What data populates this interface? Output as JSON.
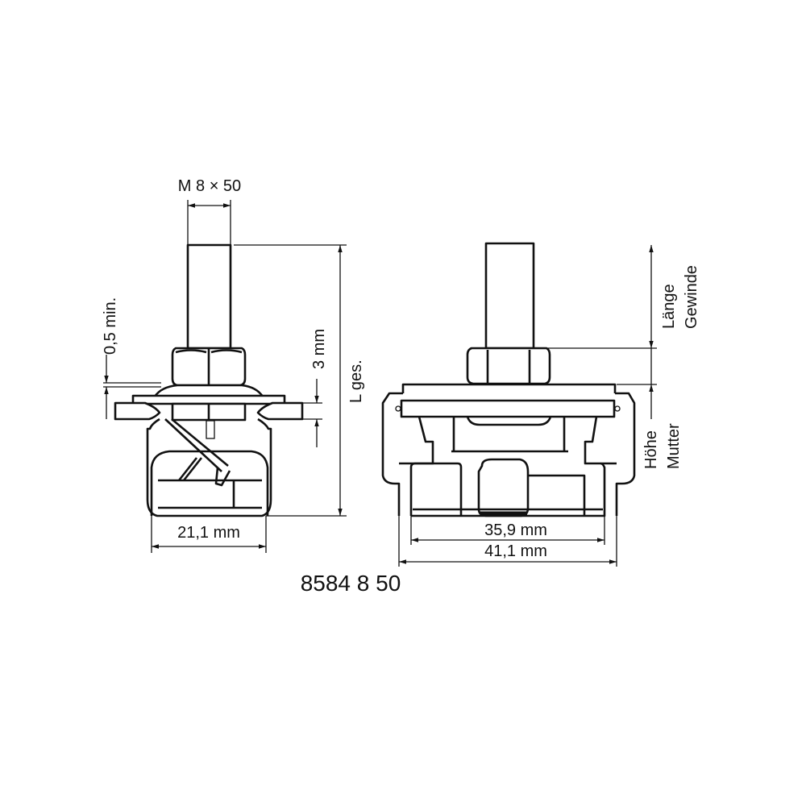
{
  "left_view": {
    "thread_label": "M 8 × 50",
    "min_gap_label": "0,5 min.",
    "thickness_label": "3 mm",
    "total_length_label": "L ges.",
    "width_label": "21,1 mm"
  },
  "right_view": {
    "thread_length_label_1": "Länge",
    "thread_length_label_2": "Gewinde",
    "nut_height_label_1": "Höhe",
    "nut_height_label_2": "Mutter",
    "inner_width_label": "35,9 mm",
    "outer_width_label": "41,1 mm"
  },
  "part_number": "8584 8 50"
}
